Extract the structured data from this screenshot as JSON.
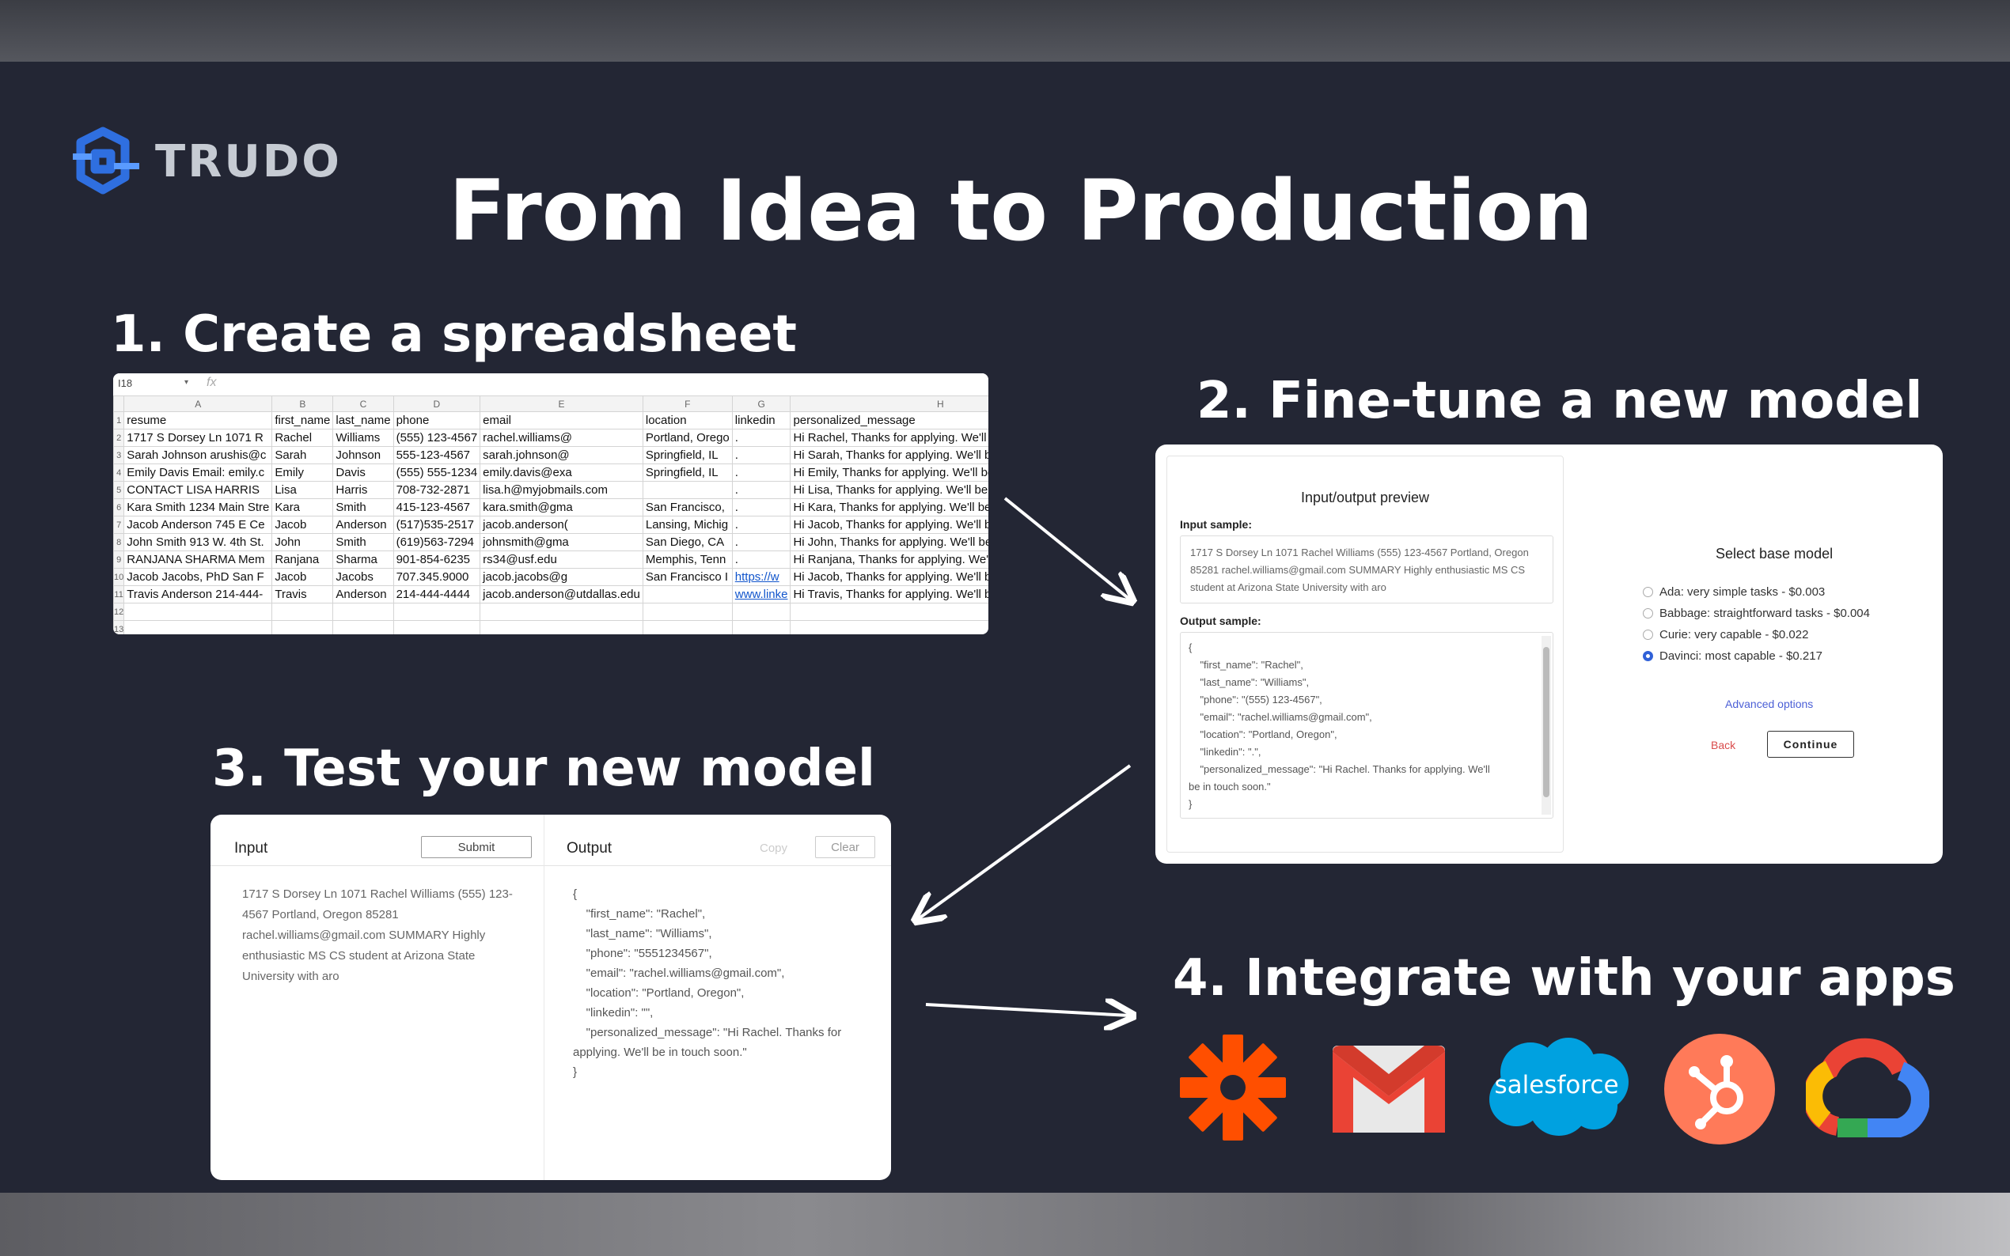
{
  "brand": {
    "name": "TRUDO"
  },
  "title": "From Idea to Production",
  "steps": {
    "s1": "1. Create a spreadsheet",
    "s2": "2. Fine-tune a new model",
    "s3": "3. Test your new model",
    "s4": "4. Integrate with your apps"
  },
  "sheet": {
    "cell_ref": "I18",
    "fx": "fx",
    "columns": [
      "A",
      "B",
      "C",
      "D",
      "E",
      "F",
      "G",
      "H"
    ],
    "header": [
      "resume",
      "first_name",
      "last_name",
      "phone",
      "email",
      "location",
      "linkedin",
      "personalized_message"
    ],
    "rows": [
      [
        "1717 S Dorsey Ln 1071 R",
        "Rachel",
        "Williams",
        "(555) 123-4567",
        "rachel.williams@",
        "Portland, Orego",
        ".",
        "Hi Rachel, Thanks for applying. We'll be in touch soon."
      ],
      [
        "Sarah Johnson arushis@c",
        "Sarah",
        "Johnson",
        "555-123-4567",
        "sarah.johnson@",
        "Springfield, IL",
        ".",
        "Hi Sarah, Thanks for applying. We'll be in touch soon."
      ],
      [
        "Emily Davis Email: emily.c",
        "Emily",
        "Davis",
        "(555) 555-1234",
        "emily.davis@exa",
        "Springfield, IL",
        ".",
        "Hi Emily, Thanks for applying. We'll be in touch soon."
      ],
      [
        "CONTACT LISA HARRIS",
        "Lisa",
        "Harris",
        "708-732-2871",
        "lisa.h@myjobmails.com",
        "",
        ".",
        "Hi Lisa, Thanks for applying. We'll be in touch soon."
      ],
      [
        "Kara Smith 1234 Main Stre",
        "Kara",
        "Smith",
        "415-123-4567",
        "kara.smith@gma",
        "San Francisco,",
        ".",
        "Hi Kara, Thanks for applying. We'll be in touch soon."
      ],
      [
        "Jacob Anderson 745 E Ce",
        "Jacob",
        "Anderson",
        "(517)535-2517",
        "jacob.anderson(",
        "Lansing, Michig",
        ".",
        "Hi Jacob, Thanks for applying. We'll be in touch soon."
      ],
      [
        "John Smith 913 W. 4th St.",
        "John",
        "Smith",
        "(619)563-7294",
        "johnsmith@gma",
        "San Diego, CA",
        ".",
        "Hi John, Thanks for applying. We'll be in touch soon."
      ],
      [
        "RANJANA SHARMA Mem",
        "Ranjana",
        "Sharma",
        "901-854-6235",
        "rs34@usf.edu",
        "Memphis, Tenn",
        ".",
        "Hi Ranjana, Thanks for applying. We'll be in touch soon."
      ],
      [
        "Jacob Jacobs, PhD San F",
        "Jacob",
        "Jacobs",
        "707.345.9000",
        "jacob.jacobs@g",
        "San Francisco I",
        "https://w",
        "Hi Jacob, Thanks for applying. We'll be in touch soon."
      ],
      [
        "Travis Anderson 214-444-",
        "Travis",
        "Anderson",
        "214-444-4444",
        "jacob.anderson@utdallas.edu",
        "",
        "www.linke",
        "Hi Travis, Thanks for applying. We'll be in touch soon."
      ]
    ],
    "row_numbers": [
      "1",
      "2",
      "3",
      "4",
      "5",
      "6",
      "7",
      "8",
      "9",
      "10",
      "11",
      "12",
      "13"
    ]
  },
  "finetune": {
    "preview_title": "Input/output preview",
    "input_label": "Input sample:",
    "input_text": "1717 S Dorsey Ln 1071 Rachel Williams (555) 123-4567 Portland, Oregon 85281 rachel.williams@gmail.com  SUMMARY Highly enthusiastic MS CS student at Arizona State University with aro",
    "output_label": "Output sample:",
    "output_lines": [
      "{",
      "    \"first_name\": \"Rachel\",",
      "    \"last_name\": \"Williams\",",
      "    \"phone\": \"(555) 123-4567\",",
      "    \"email\": \"rachel.williams@gmail.com\",",
      "    \"location\": \"Portland, Oregon\",",
      "    \"linkedin\": \".\",",
      "    \"personalized_message\": \"Hi Rachel. Thanks for applying. We'll",
      "be in touch soon.\"",
      "}"
    ],
    "select_title": "Select base model",
    "options": [
      {
        "label": "Ada: very simple tasks  - $0.003",
        "selected": false
      },
      {
        "label": "Babbage: straightforward tasks  - $0.004",
        "selected": false
      },
      {
        "label": "Curie: very capable - $0.022",
        "selected": false
      },
      {
        "label": "Davinci: most capable - $0.217",
        "selected": true
      }
    ],
    "advanced": "Advanced options",
    "back": "Back",
    "continue": "Continue"
  },
  "test": {
    "input_label": "Input",
    "submit": "Submit",
    "output_label": "Output",
    "copy": "Copy",
    "clear": "Clear",
    "input_text": "1717 S Dorsey Ln 1071 Rachel Williams (555) 123-4567 Portland, Oregon 85281 rachel.williams@gmail.com  SUMMARY Highly enthusiastic MS CS student at Arizona State University with aro",
    "output_lines": [
      "{",
      "    \"first_name\": \"Rachel\",",
      "    \"last_name\": \"Williams\",",
      "    \"phone\": \"5551234567\",",
      "    \"email\": \"rachel.williams@gmail.com\",",
      "    \"location\": \"Portland, Oregon\",",
      "    \"linkedin\": \"\",",
      "    \"personalized_message\": \"Hi Rachel. Thanks for",
      "applying. We'll be in touch soon.\"",
      "}"
    ]
  },
  "apps": {
    "salesforce": "salesforce",
    "icons": [
      "zapier-icon",
      "gmail-icon",
      "salesforce-icon",
      "hubspot-icon",
      "google-cloud-icon"
    ]
  },
  "colors": {
    "background": "#232634",
    "logo_blue": "#2f6fe0",
    "zapier": "#ff4f00",
    "gmail_red": "#ea4335",
    "salesforce": "#00a1e0",
    "hubspot": "#ff7a59",
    "radio_selected": "#3061d8"
  }
}
